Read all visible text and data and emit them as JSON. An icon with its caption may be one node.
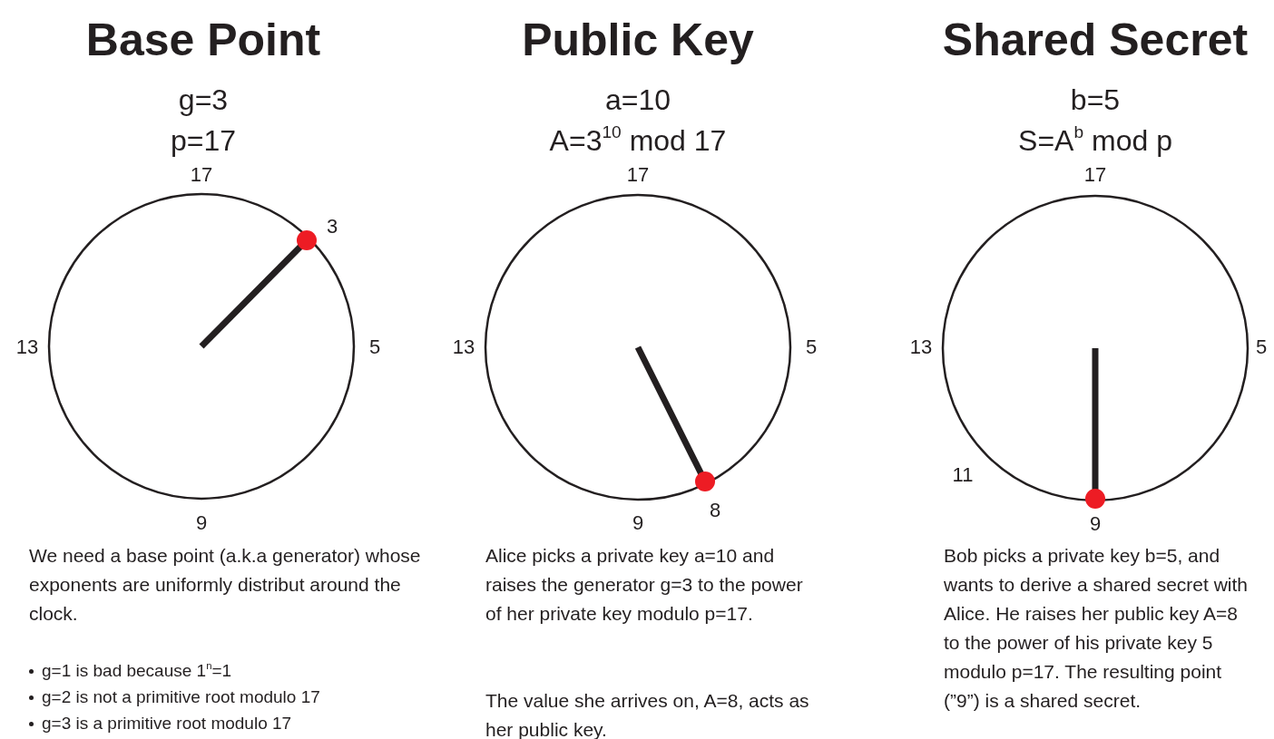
{
  "diagram": {
    "labels": [
      "Base Point",
      "g=3",
      "p=17",
      "17",
      "3",
      "13",
      "5",
      "9",
      "We need a base point (a.k.a generator) whose exponents are uniformly distribut around the clock.",
      "g=1 is bad because 1$^{n}$=1",
      "g=2 is not a primitive root modulo 17",
      "g=3 is a primitive root modulo 17",
      "Public Key",
      "a=10",
      "A=3$^{10}$ mod 17",
      "17",
      "13",
      "5",
      "9",
      "8",
      "Alice picks a private key a=10 and raises the generator g=3 to the power of her private key modulo p=17.",
      "The value she arrives on, A=8, acts as her public key.",
      "Shared Secret",
      "b=5",
      "S=A$^{b}$ mod p",
      "17",
      "13",
      "5",
      "11",
      "9",
      "Bob picks a private key b=5, and wants to derive a shared secret with Alice. He raises her public key A=8 to the power of his private key 5 modulo p=17. The resulting point (”9”) is a shared secret."
    ]
  }
}
